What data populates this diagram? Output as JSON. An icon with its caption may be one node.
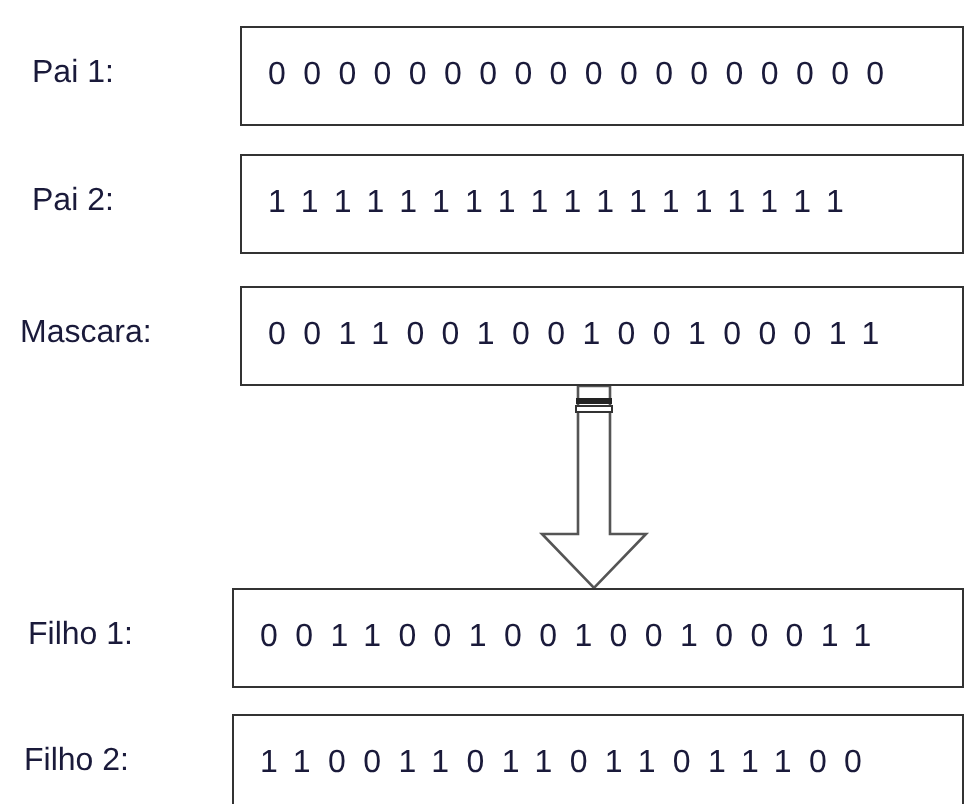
{
  "diagram": {
    "nodes": [
      {
        "text": [
          "000000000000000000"
        ]
      },
      {
        "text": [
          "111111111111111111"
        ]
      },
      {
        "text": [
          "001100100100100011"
        ]
      },
      {
        "text": [
          "001100100100100011"
        ]
      },
      {
        "text": [
          "110011011011011100"
        ]
      }
    ],
    "edges": [
      {
        "from": 2,
        "to": 3,
        "arrow": "to",
        "style": "thick"
      }
    ],
    "labels": [
      "Pai 1:",
      "Pai 2:",
      "Mascara:",
      "Filho 1:",
      "Filho 2:"
    ]
  }
}
